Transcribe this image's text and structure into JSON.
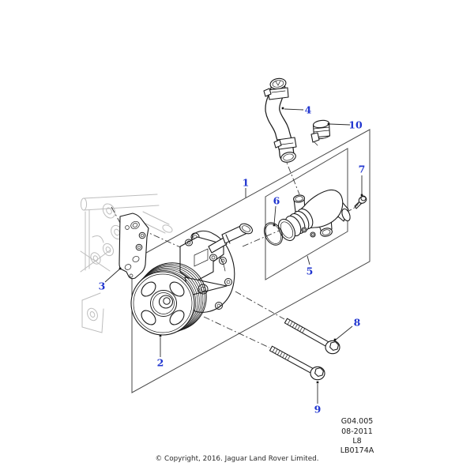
{
  "diagram": {
    "callouts": [
      {
        "number": "1"
      },
      {
        "number": "2"
      },
      {
        "number": "3"
      },
      {
        "number": "4"
      },
      {
        "number": "5"
      },
      {
        "number": "6"
      },
      {
        "number": "7"
      },
      {
        "number": "8"
      },
      {
        "number": "9"
      },
      {
        "number": "10"
      }
    ],
    "reference_block": {
      "lines": [
        "G04.005",
        "08-2011",
        "L8",
        "LB0174A"
      ]
    },
    "copyright": "© Copyright, 2016. Jaguar Land Rover Limited.",
    "colors": {
      "background": "#ffffff",
      "line": "#1c1c1c",
      "ghost": "#bdbdbd",
      "callout_blue": "#2136d0",
      "text": "#1a1a1a"
    }
  }
}
